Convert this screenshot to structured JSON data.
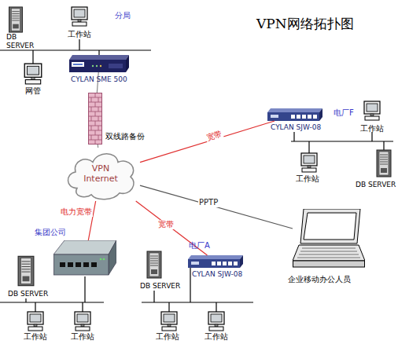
{
  "diagram": {
    "title": "VPN网络拓扑图",
    "nodes": [
      {
        "text": [
          "DB SERVER"
        ]
      },
      {
        "text": [
          "工作站"
        ]
      },
      {
        "text": [
          "网管"
        ]
      },
      {
        "text": [
          "CYLAN SME 500"
        ]
      },
      {
        "text": [
          "双线路备份"
        ]
      },
      {
        "text": [
          "VPN Internet"
        ]
      },
      {
        "text": [
          "CYLAN SJW-08"
        ]
      },
      {
        "text": [
          "工作站"
        ]
      },
      {
        "text": [
          "工作站"
        ]
      },
      {
        "text": [
          "DB SERVER"
        ]
      },
      {
        "text": [
          "企业移动办公人员"
        ]
      },
      {
        "text": [
          "DB SERVER"
        ]
      },
      {
        "text": [
          "集团公司"
        ]
      },
      {
        "text": [
          "工作站"
        ]
      },
      {
        "text": [
          "工作站"
        ]
      },
      {
        "text": [
          "DB SERVER"
        ]
      },
      {
        "text": [
          "CYLAN SJW-08"
        ]
      },
      {
        "text": [
          "工作站"
        ]
      },
      {
        "text": [
          "工作站"
        ]
      }
    ],
    "edges": [
      {
        "from": 3,
        "to": 4,
        "arrow": "none"
      },
      {
        "from": 4,
        "to": 5,
        "arrow": "none"
      },
      {
        "from": 5,
        "to": 6,
        "label": "宽带",
        "arrow": "none"
      },
      {
        "from": 5,
        "to": 10,
        "label": "PPTP",
        "arrow": "none"
      },
      {
        "from": 5,
        "to": 16,
        "label": "宽带",
        "arrow": "none"
      },
      {
        "from": 5,
        "to": 12,
        "label": "电力宽带",
        "arrow": "none"
      }
    ],
    "labels": [
      "分局",
      "电厂F",
      "电厂A"
    ]
  }
}
